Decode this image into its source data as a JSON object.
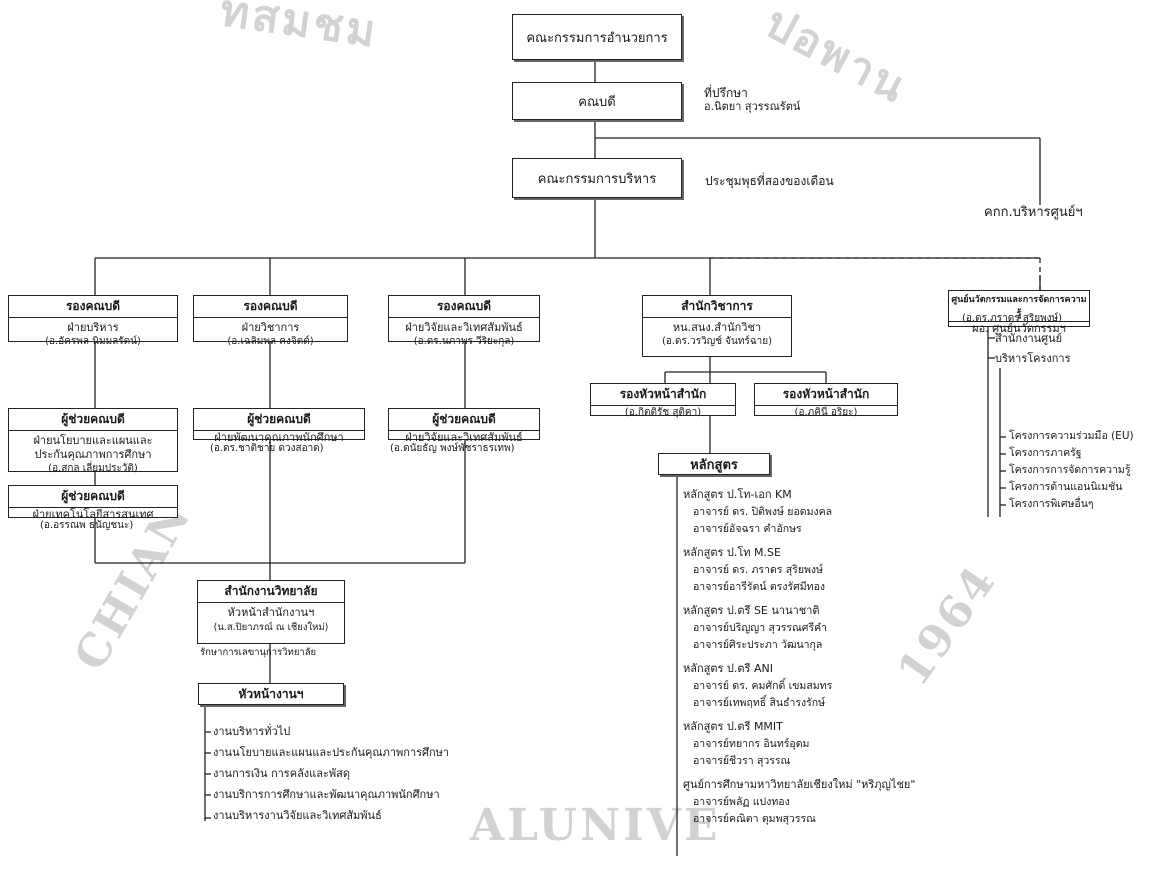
{
  "watermark": {
    "top_text": "ทสมชม",
    "right_text": "ปอพาน",
    "bottom_text": "ALUNIVE",
    "left_text": "CHIAN",
    "year": "1964"
  },
  "board": {
    "title": "คณะกรรมการอำนวยการ"
  },
  "dean": {
    "title": "คณบดี",
    "advisor_label": "ที่ปรึกษา",
    "advisor_name": "อ.นิตยา สุวรรณรัตน์"
  },
  "admin_committee": {
    "title": "คณะกรรมการบริหาร",
    "meeting_note": "ประชุมพุธที่สองของเดือน"
  },
  "center_committee": {
    "title": "คกก.บริหารศูนย์ฯ"
  },
  "deputy_admin": {
    "title": "รองคณบดี",
    "dept": "ฝ่ายบริหาร",
    "person": "(อ.อัครพล นิมมลรัตน์)",
    "assistant1": {
      "title": "ผู้ช่วยคณบดี",
      "dept1": "ฝ่ายนโยบายและแผนและ",
      "dept2": "ประกันคุณภาพการศึกษา",
      "person": "(อ.สกล เลี่ยมประวัติ)"
    },
    "assistant2": {
      "title": "ผู้ช่วยคณบดี",
      "dept": "ฝ่ายเทคโนโลยีสารสนเทศ",
      "person": "(อ.อรรณพ ธนัญชนะ)"
    }
  },
  "deputy_academic": {
    "title": "รองคณบดี",
    "dept": "ฝ่ายวิชาการ",
    "person": "(อ.เฉลิมพล คงจิตต์)",
    "assistant": {
      "title": "ผู้ช่วยคณบดี",
      "dept": "ฝ่ายพัฒนาคุณภาพนักศึกษา",
      "person": "(อ.ดร.ชาติชาย ดวงสอาด)"
    }
  },
  "deputy_research": {
    "title": "รองคณบดี",
    "dept": "ฝ่ายวิจัยและวิเทศสัมพันธ์",
    "person": "(อ.ดร.นภาพร วีริยะกุล)",
    "assistant": {
      "title": "ผู้ช่วยคณบดี",
      "dept": "ฝ่ายวิจัยและวิเทศสัมพันธ์",
      "person": "(อ.ดนัยธัญ พงษ์พัชราธรเทพ)"
    }
  },
  "academic_office": {
    "title": "สำนักวิชาการ",
    "head": "หน.สนง.สำนักวิชา",
    "person": "(อ.ดร.วรวิญช์ จันทร์ฉาย)",
    "deputy1": {
      "title": "รองหัวหน้าสำนัก",
      "person": "(อ.กิตติรัช สุติคา)"
    },
    "deputy2": {
      "title": "รองหัวหน้าสำนัก",
      "person": "(อ.ภคินี อริยะ)"
    }
  },
  "innovation_center": {
    "caption": "ศูนย์นวัตกรรมและการจัดการความรู้",
    "title": "ผอ. ศูนย์นวัตกรรมฯ",
    "person": "(อ.ดร.ภราดร สุริยพงษ์)",
    "items": [
      "สำนักงานศูนย์",
      "บริหารโครงการ"
    ],
    "projects": [
      "โครงการความร่วมมือ (EU)",
      "โครงการภาครัฐ",
      "โครงการการจัดการความรู้",
      "โครงการด้านแอนนิเมชัน",
      "โครงการพิเศษอื่นๆ"
    ]
  },
  "college_office": {
    "title": "สำนักงานวิทยาลัย",
    "head": "หัวหน้าสำนักงานฯ",
    "person": "(น.ส.ปิยาภรณ์ ณ เชียงใหม่)",
    "acting": "รักษาการเลขานุการวิทยาลัย",
    "sub_title": "หัวหน้างานฯ",
    "units": [
      "งานบริหารทั่วไป",
      "งานนโยบายและแผนและประกันคุณภาพการศึกษา",
      "งานการเงิน การคลังและพัสดุ",
      "งานบริการการศึกษาและพัฒนาคุณภาพนักศึกษา",
      "งานบริหารงานวิจัยและวิเทศสัมพันธ์"
    ]
  },
  "curriculum": {
    "title": "หลักสูตร",
    "programs": [
      {
        "name": "หลักสูตร ป.โท-เอก KM",
        "staff": [
          "อาจารย์ ดร. ปิติพงษ์ ยอดมงคล",
          "อาจารย์อัจฉรา คำอักษร"
        ]
      },
      {
        "name": "หลักสูตร ป.โท M.SE",
        "staff": [
          "อาจารย์ ดร. ภราดร สุริยพงษ์",
          "อาจารย์อารีรัตน์ ตรงรัศมีทอง"
        ]
      },
      {
        "name": "หลักสูตร ป.ตรี SE นานาชาติ",
        "staff": [
          "อาจารย์ปริญญา สุวรรณศรีคำ",
          "อาจารย์ศิระประภา วัฒนากุล"
        ]
      },
      {
        "name": "หลักสูตร ป.ตรี ANI",
        "staff": [
          "อาจารย์ ดร. คมศักดิ์ เขมสมทร",
          "อาจารย์เทพฤทธิ์ สินธำรงรักษ์"
        ]
      },
      {
        "name": "หลักสูตร ป.ตรี MMIT",
        "staff": [
          "อาจารย์ทยากร อินทร์อุดม",
          "อาจารย์ชีวรา สุวรรณ"
        ]
      },
      {
        "name": "ศูนย์การศึกษามหาวิทยาลัยเชียงใหม่ \"หริภุญไชย\"",
        "staff": [
          "อาจารย์พลัฏ แปงทอง",
          "อาจารย์คณิตา ตุมพสุวรรณ"
        ]
      }
    ]
  }
}
